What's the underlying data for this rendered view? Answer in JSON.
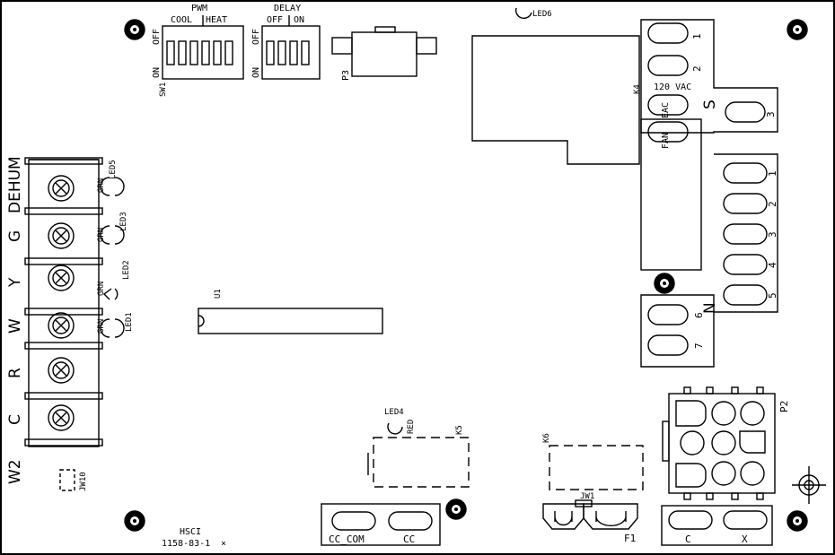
{
  "switches": {
    "pwm": "PWM",
    "cool": "COOL",
    "heat": "HEAT",
    "delay": "DELAY",
    "off": "OFF",
    "on": "ON",
    "sw1": "SW1"
  },
  "relay_area": {
    "p3": "P3",
    "led6": "LED6",
    "k4": "K4",
    "vac": "120 VAC",
    "eac": "EAC",
    "fan": "FAN",
    "s": "S",
    "n": "N",
    "s_pins": [
      "1",
      "2",
      "3"
    ],
    "n_pins": [
      "1",
      "2",
      "3",
      "4",
      "5",
      "6",
      "7"
    ]
  },
  "terminals": {
    "labels": [
      "DEHUM",
      "G",
      "Y",
      "W",
      "R",
      "C",
      "W2"
    ],
    "leds": [
      "LED5",
      "LED3",
      "LED2",
      "LED1"
    ],
    "grn": "GRN",
    "jw10": "JW10"
  },
  "lower": {
    "u1": "U1",
    "led4": "LED4",
    "red": "RED",
    "k5": "K5",
    "k6": "K6",
    "jw1": "JW1",
    "f1": "F1",
    "p2": "P2",
    "cc_com": "CC_COM",
    "cc": "CC",
    "c": "C",
    "x": "X",
    "maker": "HSCI",
    "part": "1158-83-1"
  }
}
